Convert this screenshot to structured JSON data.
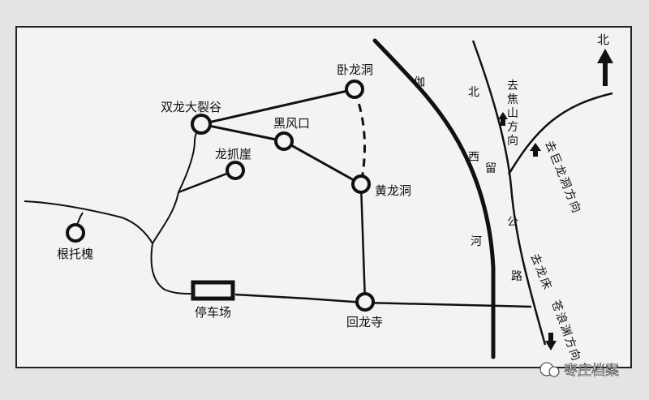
{
  "colors": {
    "paper": "#f3f3f1",
    "ink": "#111111",
    "background": "#e4e4e2"
  },
  "north": {
    "label": "北"
  },
  "sites": [
    {
      "id": "shuanglong",
      "label": "双龙大裂谷"
    },
    {
      "id": "wolong",
      "label": "卧龙洞"
    },
    {
      "id": "heifeng",
      "label": "黑风口"
    },
    {
      "id": "longzhua",
      "label": "龙抓崖"
    },
    {
      "id": "huanglong",
      "label": "黄龙洞"
    },
    {
      "id": "gentuo",
      "label": "根托槐"
    },
    {
      "id": "huilong",
      "label": "回龙寺"
    }
  ],
  "parking": {
    "label": "停车场"
  },
  "river": {
    "chars": [
      "伽",
      "河"
    ]
  },
  "road": {
    "chars": [
      "北",
      "西",
      "留",
      "公",
      "路"
    ]
  },
  "directions": {
    "jiaoshan": [
      "去",
      "焦",
      "山",
      "方",
      "向"
    ],
    "julong": [
      "去",
      "巨",
      "龙",
      "洞",
      "方",
      "向"
    ],
    "longchuang": [
      "去",
      "龙",
      "床"
    ],
    "canglang": [
      "苍",
      "浪",
      "渊",
      "方",
      "向"
    ]
  },
  "watermark": {
    "text": "枣庄档案"
  }
}
